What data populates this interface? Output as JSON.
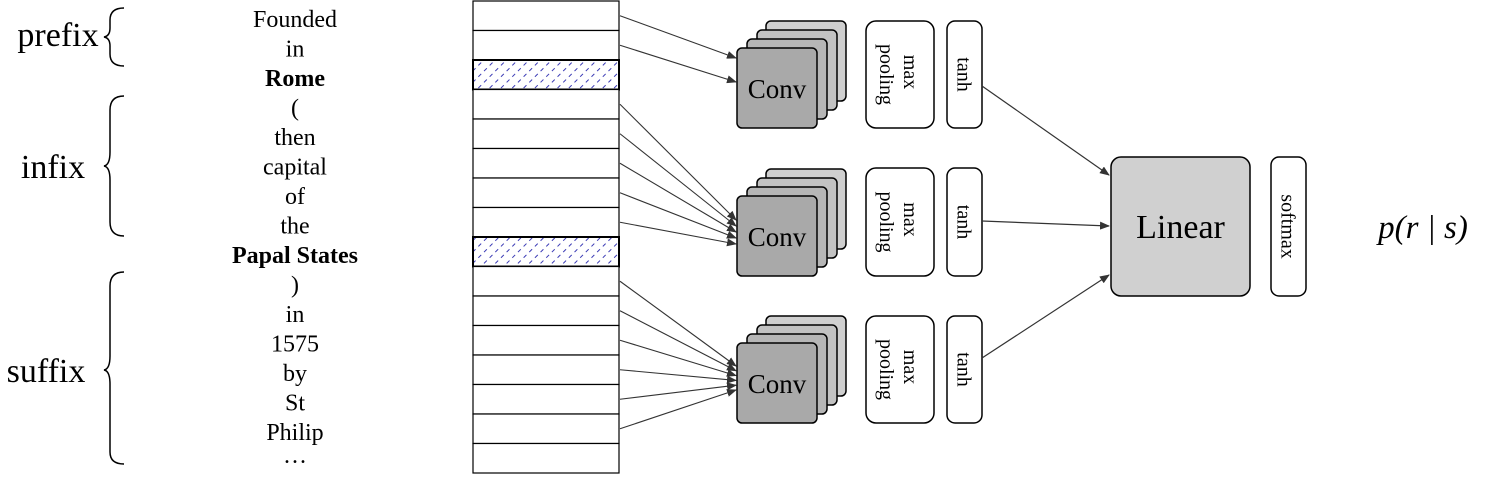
{
  "segments": [
    {
      "id": "prefix",
      "label": "prefix"
    },
    {
      "id": "infix",
      "label": "infix"
    },
    {
      "id": "suffix",
      "label": "suffix"
    }
  ],
  "tokens": [
    {
      "text": "Founded",
      "bold": false
    },
    {
      "text": "in",
      "bold": false
    },
    {
      "text": "Rome",
      "bold": true
    },
    {
      "text": "(",
      "bold": false
    },
    {
      "text": "then",
      "bold": false
    },
    {
      "text": "capital",
      "bold": false
    },
    {
      "text": "of",
      "bold": false
    },
    {
      "text": "the",
      "bold": false
    },
    {
      "text": "Papal States",
      "bold": true
    },
    {
      "text": ")",
      "bold": false
    },
    {
      "text": "in",
      "bold": false
    },
    {
      "text": "1575",
      "bold": false
    },
    {
      "text": "by",
      "bold": false
    },
    {
      "text": "St",
      "bold": false
    },
    {
      "text": "Philip",
      "bold": false
    },
    {
      "text": "···",
      "bold": false
    }
  ],
  "embedding": {
    "entity_rows": [
      2,
      8
    ],
    "hatch_color": "#3b3bb5"
  },
  "branches": [
    {
      "conv_label": "Conv",
      "pool_label": "max pooling",
      "act_label": "tanh"
    },
    {
      "conv_label": "Conv",
      "pool_label": "max pooling",
      "act_label": "tanh"
    },
    {
      "conv_label": "Conv",
      "pool_label": "max pooling",
      "act_label": "tanh"
    }
  ],
  "linear_label": "Linear",
  "softmax_label": "softmax",
  "output_label": "p(r | s)",
  "colors": {
    "conv_front": "#a9a9a9",
    "conv_back": "#cfcfcf",
    "linear_fill": "#d0d0d0"
  }
}
